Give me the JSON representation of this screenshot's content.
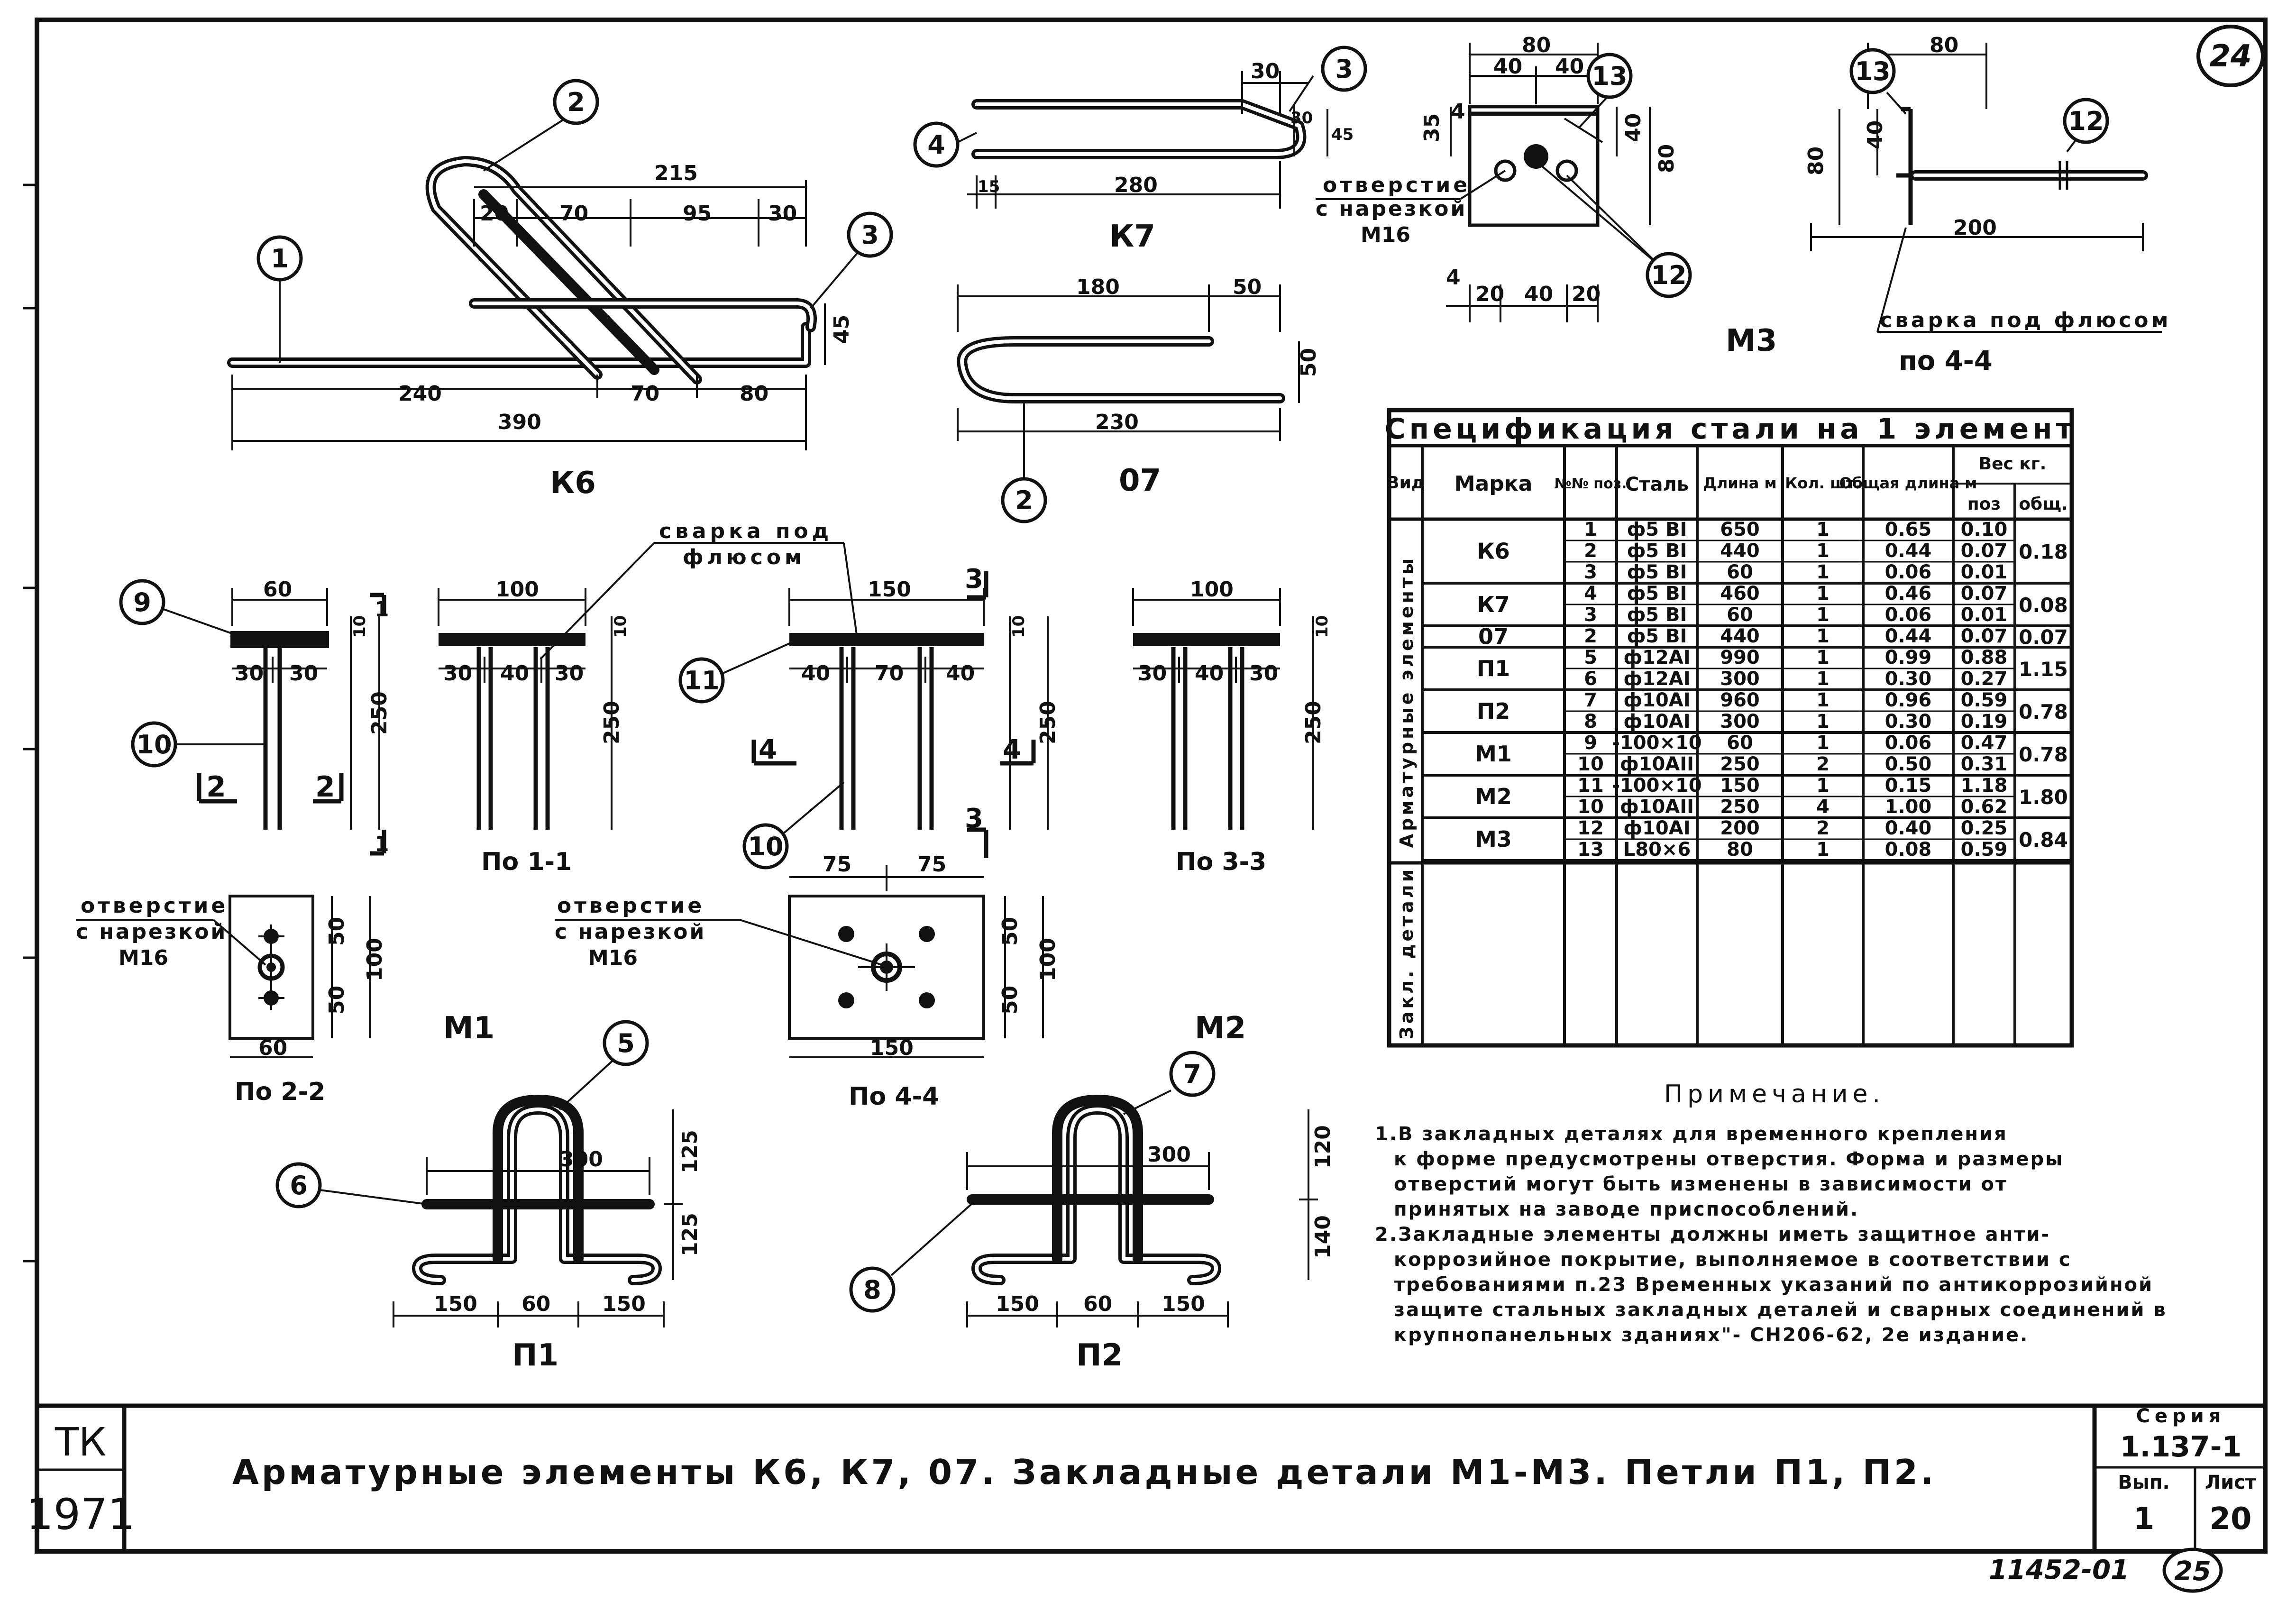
{
  "sheet": {
    "sheet_number": "24",
    "bottom_number": "25",
    "archive_code": "11452-01"
  },
  "title_block": {
    "org": "ТК",
    "year": "1971",
    "title": "Арматурные элементы К6, К7, 07. Закладные детали М1-М3. Петли П1, П2.",
    "series_label": "Серия",
    "series_value": "1.137-1",
    "issue_label": "Вып.",
    "issue_value": "1",
    "sheet_label": "Лист",
    "sheet_value": "20"
  },
  "drawings": {
    "k6": {
      "label": "К6",
      "dims": [
        "215",
        "20",
        "70",
        "95",
        "30",
        "45",
        "240",
        "70",
        "80",
        "390"
      ],
      "callouts": [
        "1",
        "2",
        "3"
      ]
    },
    "k7": {
      "label": "К7",
      "dims": [
        "30",
        "30",
        "45",
        "15",
        "280"
      ],
      "callouts": [
        "3",
        "4"
      ]
    },
    "o7": {
      "label": "07",
      "dims": [
        "180",
        "50",
        "50",
        "230"
      ],
      "callouts": [
        "2"
      ]
    },
    "m3": {
      "label": "М3",
      "dims": [
        "80",
        "40",
        "40",
        "4",
        "35",
        "40",
        "80",
        "4",
        "20",
        "40",
        "20",
        "80",
        "40",
        "80",
        "200"
      ],
      "callouts": [
        "13",
        "12",
        "13",
        "12"
      ],
      "hole_note_line1": "отверстие",
      "hole_note_line2": "с нарезкой",
      "hole_note_line3": "М16",
      "weld_note": "сварка под флюсом",
      "section_label": "по 4-4"
    },
    "weld_note_top_line1": "сварка под",
    "weld_note_top_line2": "флюсом",
    "m1": {
      "label": "М1",
      "dims": [
        "60",
        "10",
        "30",
        "30",
        "250",
        "50",
        "50",
        "100",
        "60"
      ],
      "callouts": [
        "9",
        "10"
      ],
      "section_marks": [
        "1",
        "1",
        "2",
        "2"
      ],
      "hole_note_line1": "отверстие",
      "hole_note_line2": "с нарезкой",
      "hole_note_line3": "М16",
      "section_label_1": "По 1-1",
      "section_label_2": "По 2-2"
    },
    "m2": {
      "label": "М2",
      "dims": [
        "150",
        "40",
        "70",
        "40",
        "10",
        "250",
        "75",
        "75",
        "50",
        "50",
        "100",
        "150"
      ],
      "callouts": [
        "11",
        "10"
      ],
      "section_marks": [
        "3",
        "3",
        "4",
        "4"
      ],
      "hole_note_line1": "отверстие",
      "hole_note_line2": "с нарезкой",
      "hole_note_line3": "М16",
      "section_label_4": "По 4-4"
    },
    "m1_front": {
      "dims": [
        "100",
        "30",
        "40",
        "30",
        "10",
        "250"
      ]
    },
    "m3_side": {
      "dims": [
        "100",
        "30",
        "40",
        "30",
        "10",
        "250"
      ],
      "section_label": "По 3-3"
    },
    "p1": {
      "label": "П1",
      "dims": [
        "300",
        "125",
        "125",
        "150",
        "60",
        "150"
      ],
      "callouts": [
        "5",
        "6"
      ]
    },
    "p2": {
      "label": "П2",
      "dims": [
        "300",
        "120",
        "140",
        "150",
        "60",
        "150"
      ],
      "callouts": [
        "7",
        "8"
      ]
    }
  },
  "spec_table": {
    "title": "Спецификация стали на 1 элемент",
    "headers": {
      "vid": "Вид",
      "mark": "Марка",
      "pos": "№№ поз.",
      "steel": "Сталь",
      "length": "Длина м",
      "qty": "Кол. шт.",
      "total_length": "Общая длина м",
      "weight": "Вес кг.",
      "weight_pos": "поз",
      "weight_total": "общ."
    },
    "group_labels": [
      "Арматурные элементы",
      "Закл. детали"
    ],
    "groups": [
      {
        "mark": "К6",
        "total": "0.18",
        "rows": [
          {
            "pos": "1",
            "steel": "ф5 BI",
            "length": "650",
            "qty": "1",
            "tlen": "0.65",
            "w": "0.10"
          },
          {
            "pos": "2",
            "steel": "ф5 BI",
            "length": "440",
            "qty": "1",
            "tlen": "0.44",
            "w": "0.07"
          },
          {
            "pos": "3",
            "steel": "ф5 BI",
            "length": "60",
            "qty": "1",
            "tlen": "0.06",
            "w": "0.01"
          }
        ]
      },
      {
        "mark": "К7",
        "total": "0.08",
        "rows": [
          {
            "pos": "4",
            "steel": "ф5 BI",
            "length": "460",
            "qty": "1",
            "tlen": "0.46",
            "w": "0.07"
          },
          {
            "pos": "3",
            "steel": "ф5 BI",
            "length": "60",
            "qty": "1",
            "tlen": "0.06",
            "w": "0.01"
          }
        ]
      },
      {
        "mark": "07",
        "total": "0.07",
        "rows": [
          {
            "pos": "2",
            "steel": "ф5 BI",
            "length": "440",
            "qty": "1",
            "tlen": "0.44",
            "w": "0.07"
          }
        ]
      },
      {
        "mark": "П1",
        "total": "1.15",
        "rows": [
          {
            "pos": "5",
            "steel": "ф12AI",
            "length": "990",
            "qty": "1",
            "tlen": "0.99",
            "w": "0.88"
          },
          {
            "pos": "6",
            "steel": "ф12AI",
            "length": "300",
            "qty": "1",
            "tlen": "0.30",
            "w": "0.27"
          }
        ]
      },
      {
        "mark": "П2",
        "total": "0.78",
        "rows": [
          {
            "pos": "7",
            "steel": "ф10AI",
            "length": "960",
            "qty": "1",
            "tlen": "0.96",
            "w": "0.59"
          },
          {
            "pos": "8",
            "steel": "ф10AI",
            "length": "300",
            "qty": "1",
            "tlen": "0.30",
            "w": "0.19"
          }
        ]
      },
      {
        "mark": "М1",
        "total": "0.78",
        "rows": [
          {
            "pos": "9",
            "steel": "-100×10",
            "length": "60",
            "qty": "1",
            "tlen": "0.06",
            "w": "0.47"
          },
          {
            "pos": "10",
            "steel": "ф10AII",
            "length": "250",
            "qty": "2",
            "tlen": "0.50",
            "w": "0.31"
          }
        ]
      },
      {
        "mark": "М2",
        "total": "1.80",
        "rows": [
          {
            "pos": "11",
            "steel": "-100×10",
            "length": "150",
            "qty": "1",
            "tlen": "0.15",
            "w": "1.18"
          },
          {
            "pos": "10",
            "steel": "ф10AII",
            "length": "250",
            "qty": "4",
            "tlen": "1.00",
            "w": "0.62"
          }
        ]
      },
      {
        "mark": "М3",
        "total": "0.84",
        "rows": [
          {
            "pos": "12",
            "steel": "ф10AI",
            "length": "200",
            "qty": "2",
            "tlen": "0.40",
            "w": "0.25"
          },
          {
            "pos": "13",
            "steel": "L80×6",
            "length": "80",
            "qty": "1",
            "tlen": "0.08",
            "w": "0.59"
          }
        ]
      }
    ]
  },
  "notes": {
    "heading": "Примечание.",
    "lines": [
      "1.В закладных деталях для временного крепления",
      "к форме предусмотрены отверстия. Форма и размеры",
      "отверстий могут быть изменены в зависимости от",
      "принятых на заводе приспособлений.",
      "2.Закладные элементы должны иметь защитное анти-",
      "коррозийное покрытие, выполняемое в соответствии с",
      "требованиями п.23 Временных указаний по антикоррозийной",
      "защите стальных закладных деталей и сварных соединений в",
      "крупнопанельных зданиях\"- СН206-62, 2е издание."
    ]
  }
}
